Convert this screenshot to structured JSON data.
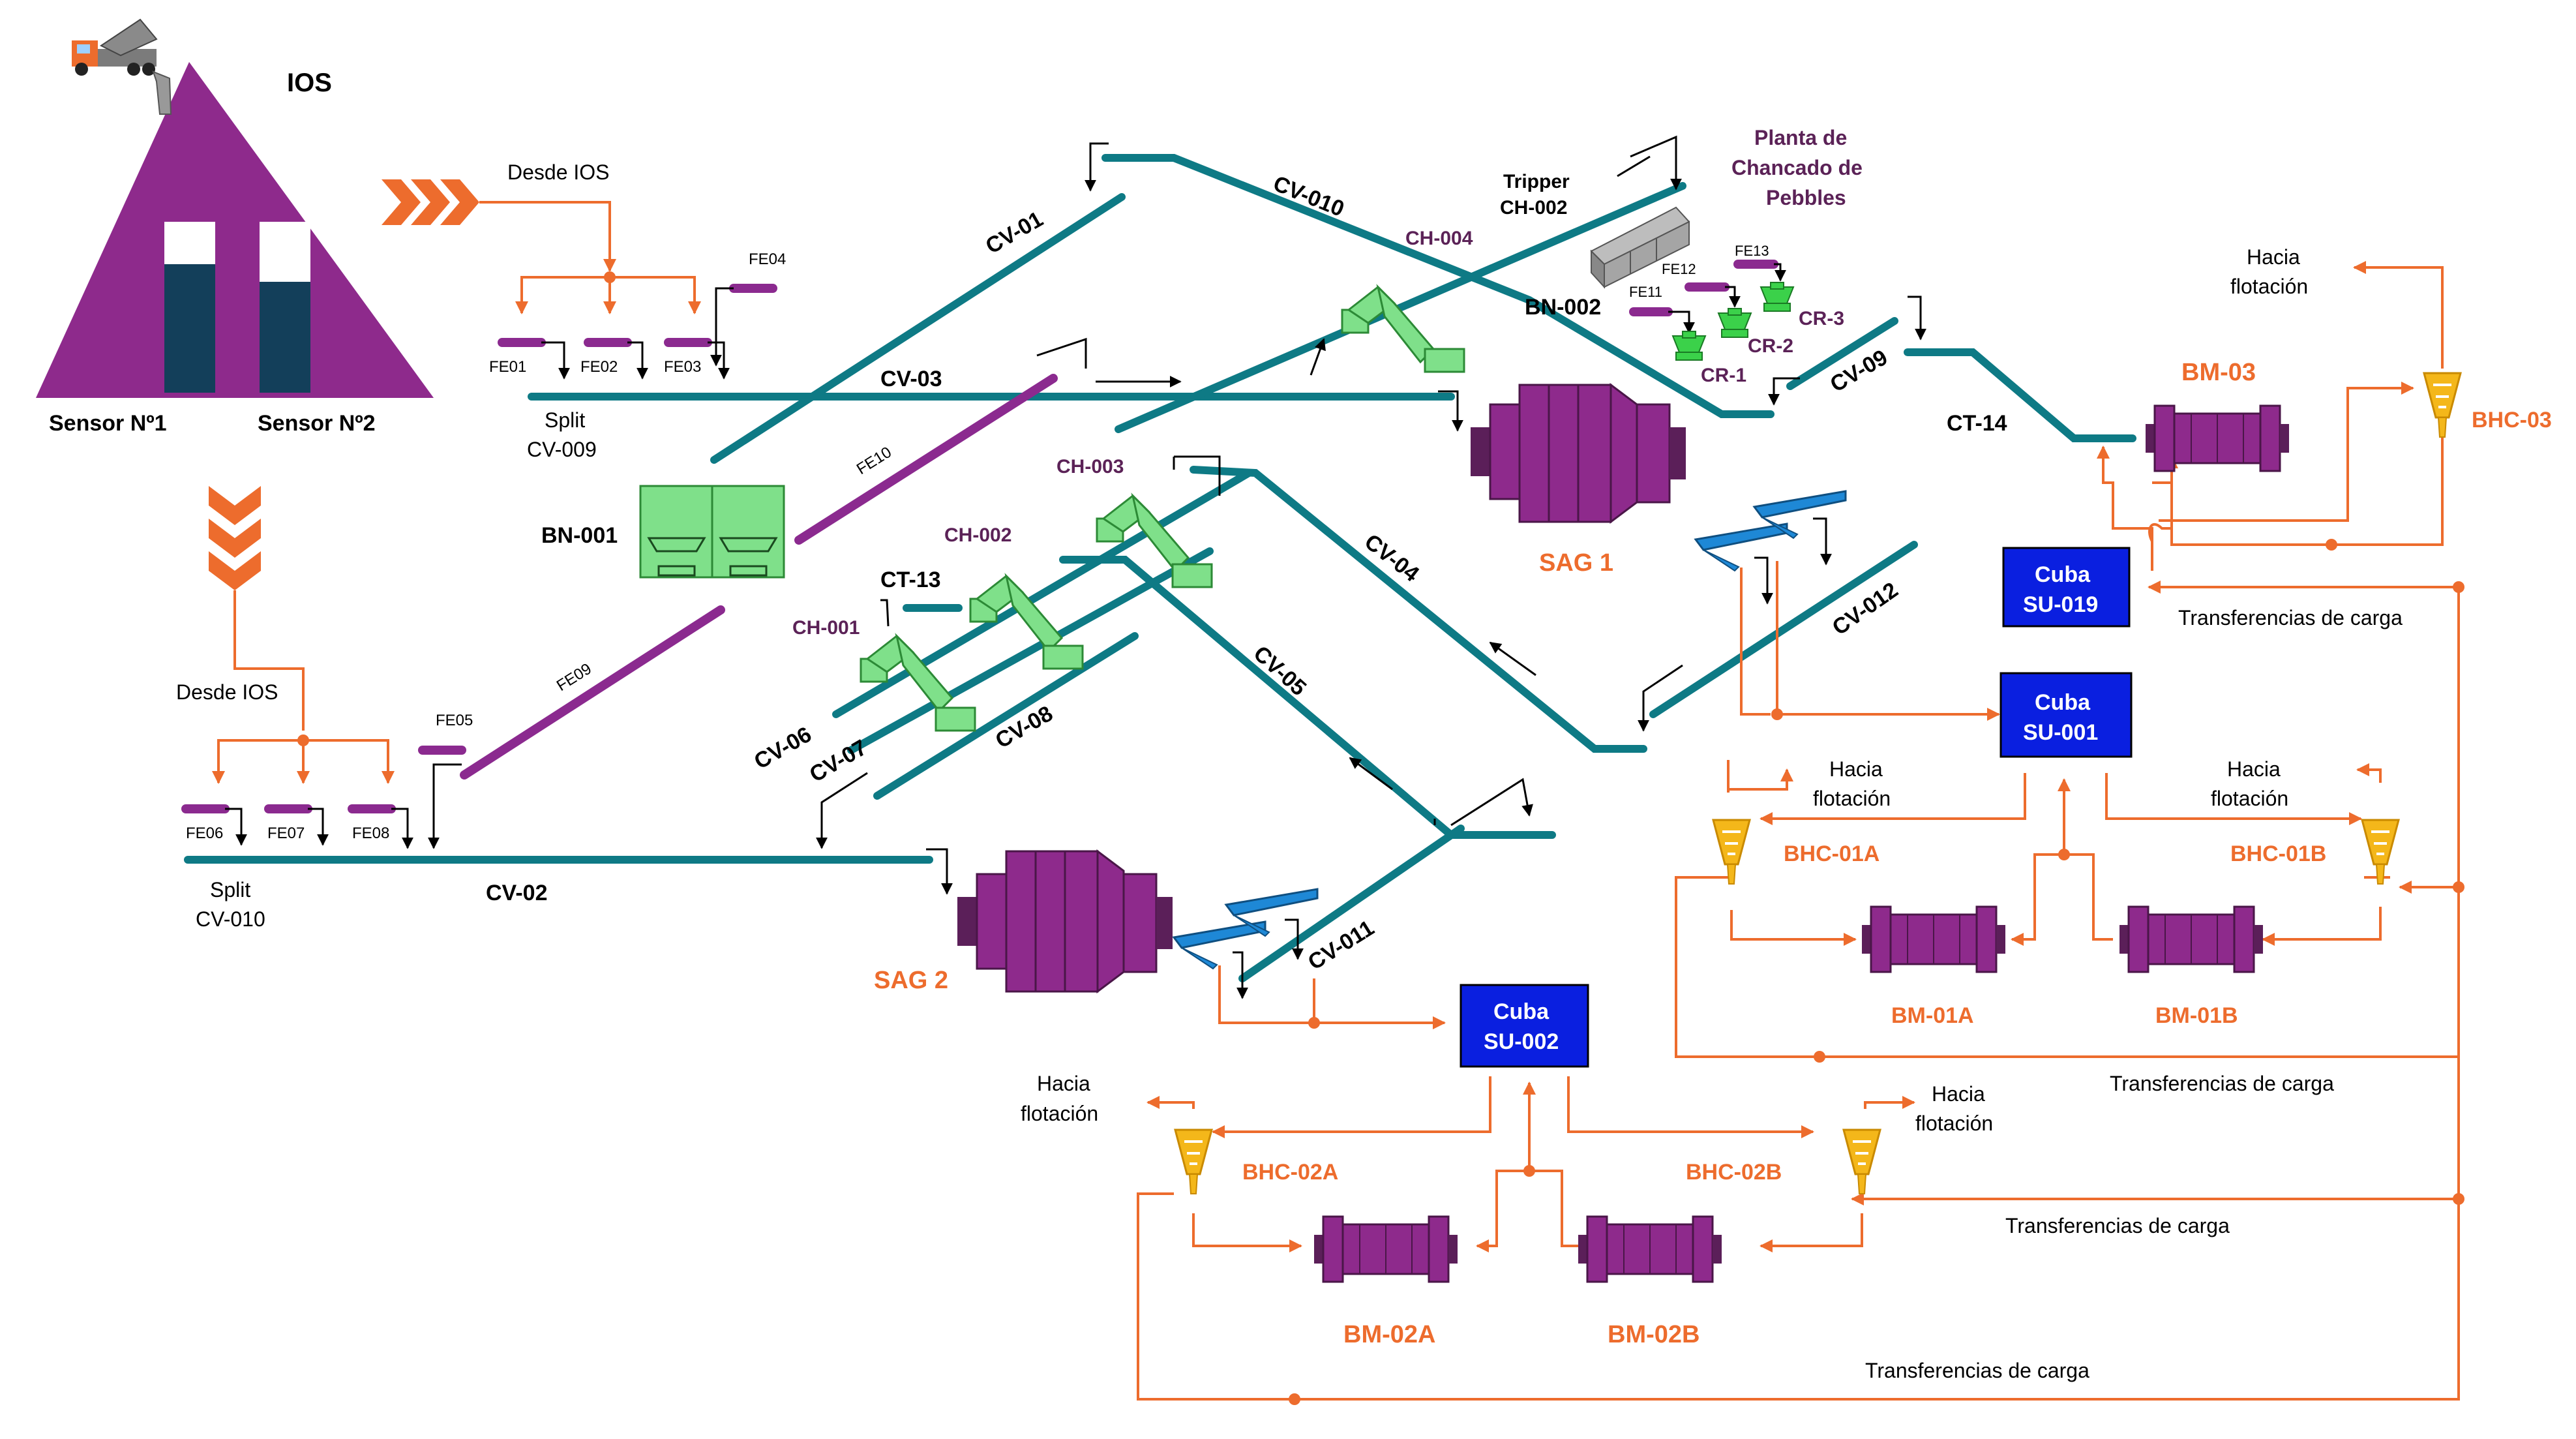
{
  "ios": {
    "title": "IOS",
    "sensor1": "Sensor Nº1",
    "sensor2": "Sensor Nº2",
    "sensor1_level": 0.75,
    "sensor2_level": 0.65
  },
  "feeds": {
    "desde_ios_top": "Desde IOS",
    "desde_ios_left": "Desde IOS",
    "split_a_line1": "Split",
    "split_a_line2": "CV-009",
    "split_b_line1": "Split",
    "split_b_line2": "CV-010"
  },
  "feeders": {
    "fe01": "FE01",
    "fe02": "FE02",
    "fe03": "FE03",
    "fe04": "FE04",
    "fe05": "FE05",
    "fe06": "FE06",
    "fe07": "FE07",
    "fe08": "FE08",
    "fe09": "FE09",
    "fe10": "FE10",
    "fe11": "FE11",
    "fe12": "FE12",
    "fe13": "FE13"
  },
  "conveyors": {
    "cv01": "CV-01",
    "cv010": "CV-010",
    "cv03": "CV-03",
    "cv02": "CV-02",
    "cv04": "CV-04",
    "cv05": "CV-05",
    "cv06": "CV-06",
    "cv07": "CV-07",
    "cv08": "CV-08",
    "cv09": "CV-09",
    "cv011": "CV-011",
    "cv012": "CV-012",
    "ct13": "CT-13",
    "ct14": "CT-14"
  },
  "equipment": {
    "bn001": "BN-001",
    "bn002": "BN-002",
    "ch001": "CH-001",
    "ch002": "CH-002",
    "ch003": "CH-003",
    "ch004": "CH-004",
    "tripper_line1": "Tripper",
    "tripper_line2": "CH-002",
    "pebbles_line1": "Planta de",
    "pebbles_line2": "Chancado de",
    "pebbles_line3": "Pebbles",
    "cr1": "CR-1",
    "cr2": "CR-2",
    "cr3": "CR-3",
    "sag1": "SAG 1",
    "sag2": "SAG 2",
    "bm03": "BM-03",
    "bm01a": "BM-01A",
    "bm01b": "BM-01B",
    "bm02a": "BM-02A",
    "bm02b": "BM-02B",
    "bhc03": "BHC-03",
    "bhc01a": "BHC-01A",
    "bhc01b": "BHC-01B",
    "bhc02a": "BHC-02A",
    "bhc02b": "BHC-02B"
  },
  "tanks": {
    "su019_line1": "Cuba",
    "su019_line2": "SU-019",
    "su001_line1": "Cuba",
    "su001_line2": "SU-001",
    "su002_line1": "Cuba",
    "su002_line2": "SU-002"
  },
  "notes": {
    "hacia1_line1": "Hacia",
    "hacia1_line2": "flotación",
    "hacia2_line1": "Hacia",
    "hacia2_line2": "flotación",
    "hacia3_line1": "Hacia",
    "hacia3_line2": "flotación",
    "hacia4_line1": "Hacia",
    "hacia4_line2": "flotación",
    "hacia5_line1": "Hacia",
    "hacia5_line2": "flotación",
    "transf1": "Transferencias de carga",
    "transf2": "Transferencias de carga",
    "transf3": "Transferencias de carga",
    "transf4": "Transferencias de carga"
  },
  "colors": {
    "belt": "#0E7A85",
    "feeder": "#8B2A8F",
    "flow": "#ED6C2D",
    "mill": "#8E2A8C",
    "crusher": "#7FE08A",
    "tank": "#0A1FE0",
    "cyclone": "#F4B71A",
    "screen": "#1E88D6"
  }
}
